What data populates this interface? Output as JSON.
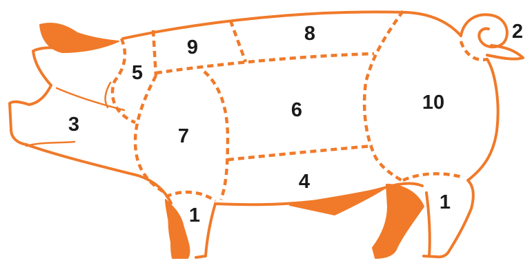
{
  "regions": [
    {
      "id": "ear",
      "label": "2"
    },
    {
      "id": "head",
      "label": "3"
    },
    {
      "id": "jowl",
      "label": "5"
    },
    {
      "id": "shoulder-butt",
      "label": "9"
    },
    {
      "id": "loin",
      "label": "8"
    },
    {
      "id": "picnic",
      "label": "7"
    },
    {
      "id": "ribs",
      "label": "6"
    },
    {
      "id": "ham",
      "label": "10"
    },
    {
      "id": "belly",
      "label": "4"
    },
    {
      "id": "front-hock",
      "label": "1"
    },
    {
      "id": "rear-hock",
      "label": "1"
    }
  ],
  "colors": {
    "outline": "#f07a2a",
    "label": "#1b1b1b"
  }
}
